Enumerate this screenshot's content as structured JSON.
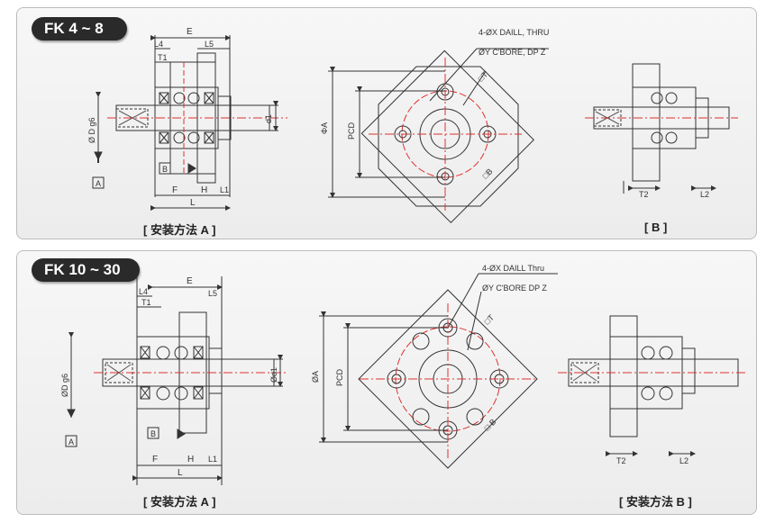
{
  "top": {
    "tag": "FK 4 ~ 8",
    "caption_a": "[ 安装方法 A ]",
    "caption_b": "[ B ]",
    "labels": {
      "E": "E",
      "L4": "L4",
      "T1": "T1",
      "L5": "L5",
      "D": "Ø D g6",
      "d1": "d1",
      "box_a": "A",
      "box_b": "B",
      "F": "F",
      "H": "H",
      "L1": "L1",
      "L": "L",
      "note1": "4-ØX DAILL, THRU",
      "note2": "ØY C'BORE, DP Z",
      "phiA": "ΦA",
      "PCD": "PCD",
      "sqT": "□T",
      "sqB": "□B",
      "T2": "T2",
      "L2": "L2"
    }
  },
  "bottom": {
    "tag": "FK 10 ~ 30",
    "caption_a": "[ 安装方法 A ]",
    "caption_b": "[ 安装方法 B ]",
    "labels": {
      "E": "E",
      "L4": "L4",
      "T1": "T1",
      "L5": "L5",
      "D": "ØD g6",
      "d1": "Ød1",
      "box_a": "A",
      "box_b": "B",
      "F": "F",
      "H": "H",
      "L1": "L1",
      "L": "L",
      "note1": "4-ØX DAILL  Thru",
      "note2": "ØY C'BORE  DP Z",
      "phiA": "ØA",
      "PCD": "PCD",
      "sqT": "□T",
      "sqB": "□ B",
      "T2": "T2",
      "L2": "L2"
    }
  },
  "colors": {
    "line": "#333333",
    "center": "#e03030",
    "hatch": "#555555"
  }
}
